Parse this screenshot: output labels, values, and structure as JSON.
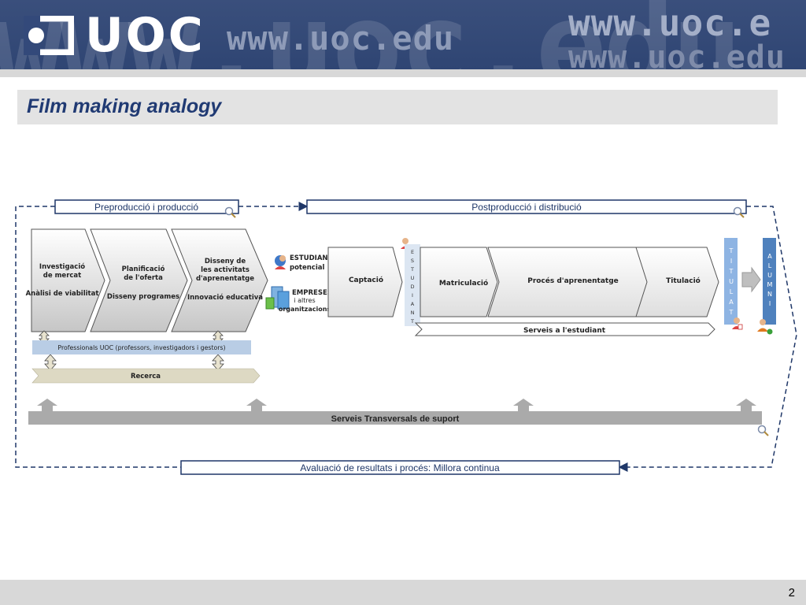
{
  "header": {
    "logo": "UOC",
    "watermark": "www.uoc.edu",
    "watermark_short": "www.uoc.e",
    "watermark_big": "www.uoc.edu"
  },
  "title": "Film making analogy",
  "diagram": {
    "top_left_box": "Preproducció i producció",
    "top_right_box": "Postproducció i distribució",
    "bottom_box": "Avaluació de resultats i procés: Millora continua",
    "pre_stages": [
      {
        "line1": "Investigació",
        "line2": "de mercat",
        "line3": "",
        "sub": "Anàlisi de viabilitat"
      },
      {
        "line1": "Planificació",
        "line2": "de l'oferta",
        "line3": "",
        "sub": "Disseny programes"
      },
      {
        "line1": "Disseny de",
        "line2": "les activitats",
        "line3": "d'aprenentatge",
        "sub": "Innovació educativa"
      }
    ],
    "sources": {
      "student_title": "ESTUDIANT",
      "student_sub": "potencial",
      "companies_title": "EMPRESES",
      "companies_sub1": "i altres",
      "companies_sub2": "organitzacions"
    },
    "captacio": "Captació",
    "estudiant_letters": [
      "E",
      "S",
      "T",
      "U",
      "D",
      "I",
      "A",
      "N",
      "T"
    ],
    "post_stages": [
      "Matriculació",
      "Procés d'aprenentatge",
      "Titulació"
    ],
    "titulat_letters": [
      "T",
      "I",
      "T",
      "U",
      "L",
      "A",
      "T"
    ],
    "alumni_letters": [
      "A",
      "L",
      "U",
      "M",
      "N",
      "I"
    ],
    "student_services": "Serveis a l'estudiant",
    "professionals": "Professionals UOC (professors, investigadors i gestors)",
    "research": "Recerca",
    "transversal": "Serveis Transversals de suport",
    "icons": [
      "magnifier-icon",
      "student-icon",
      "companies-icon",
      "graduate-icon",
      "alumni-icon",
      "arrow-icon"
    ]
  },
  "page_number": "2",
  "colors": {
    "header": "#33497a",
    "title": "#203a73",
    "box_border": "#1f3768",
    "blue_bar": "#5b8ac9",
    "professionals": "#b9cde5",
    "research": "#ddd9c3",
    "transversal": "#aaaaaa"
  }
}
